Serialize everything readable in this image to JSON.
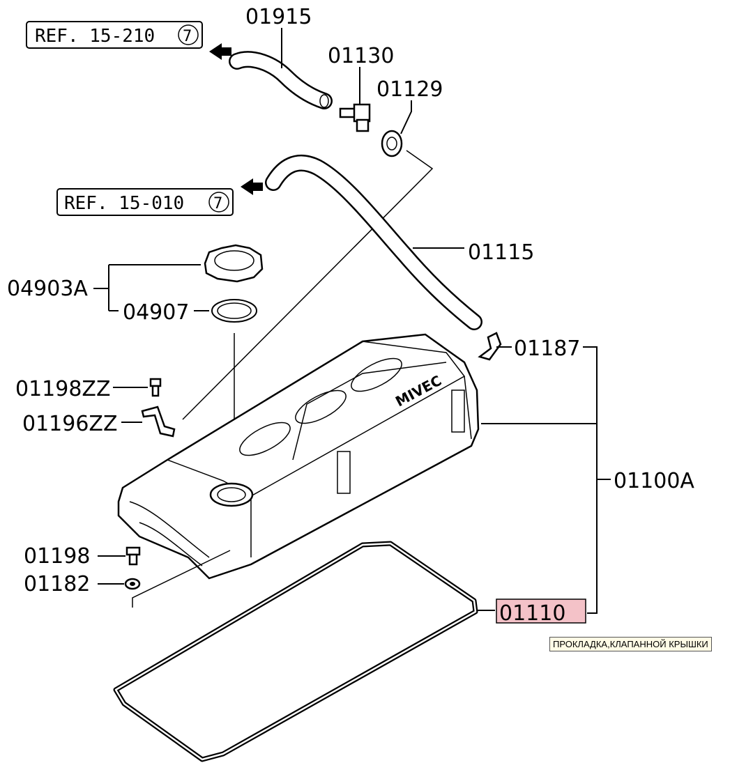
{
  "refs": [
    {
      "text": "REF. 15-210",
      "circled": "7"
    },
    {
      "text": "REF. 15-010",
      "circled": "7"
    }
  ],
  "parts": {
    "p01915": "01915",
    "p01130": "01130",
    "p01129": "01129",
    "p01115": "01115",
    "p04903A": "04903A",
    "p04907": "04907",
    "p01187": "01187",
    "p01198ZZ": "01198ZZ",
    "p01196ZZ": "01196ZZ",
    "p01100A": "01100A",
    "p01198": "01198",
    "p01182": "01182",
    "p01110": "01110"
  },
  "highlight": {
    "part": "01110",
    "color": "#f4c2c8"
  },
  "tooltip": "ПРОКЛАДКА,КЛАПАННОЙ КРЫШКИ",
  "cover_logo": "MIVEC"
}
